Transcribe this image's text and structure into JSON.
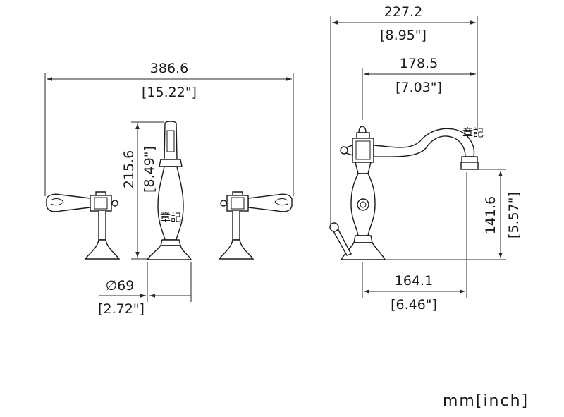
{
  "front_view": {
    "overall_width_mm": "386.6",
    "overall_width_in": "[15.22\"]",
    "height_mm": "215.6",
    "height_in": "[8.49\"]",
    "base_diameter_mm": "∅69",
    "base_diameter_in": "[2.72\"]",
    "watermark": "章記"
  },
  "side_view": {
    "spout_length_mm": "227.2",
    "spout_length_in": "[8.95\"]",
    "spout_reach_mm": "178.5",
    "spout_reach_in": "[7.03\"]",
    "spout_height_mm": "141.6",
    "spout_height_in": "[5.57\"]",
    "base_offset_mm": "164.1",
    "base_offset_in": "[6.46\"]",
    "watermark": "章記"
  },
  "units_label": "mm[inch]",
  "colors": {
    "line": "#1a1a1a",
    "background": "#ffffff"
  }
}
